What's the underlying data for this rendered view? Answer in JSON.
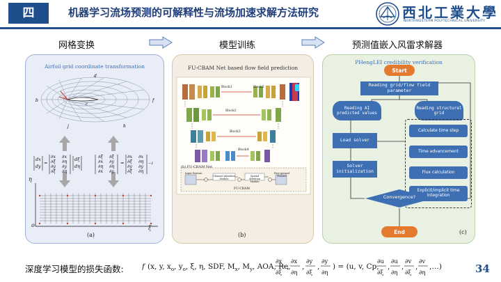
{
  "header": {
    "section_number": "四",
    "title": "机器学习流场预测的可解释性与流场加速求解方法研究",
    "logo_cn": "西北工業大學",
    "logo_en": "NORTHWESTERN POLYTECHNICAL UNIVERSITY"
  },
  "sections": [
    {
      "title": "网格变换"
    },
    {
      "title": "模型训练"
    },
    {
      "title": "预测值嵌入风雷求解器"
    }
  ],
  "panel_a": {
    "caption": "Airfoil grid coordinate transformation",
    "label": "(a)",
    "axis_eta": "η",
    "axis_xi": "ξ",
    "origin": "o"
  },
  "panel_b": {
    "caption": "FU-CBAM Net based flow field prediction",
    "label": "(b)",
    "net_caption": "(b) FU-CBAM Net",
    "block_labels": [
      "Block1",
      "Block2",
      "Block3",
      "Block4",
      "Block5"
    ],
    "cbam_modules": [
      "Input Feature",
      "Channel Attention Module",
      "Spatial Attention Module",
      "Fine-grained Feature"
    ],
    "cbam_label": "FU-CBAM"
  },
  "panel_c": {
    "caption": "PHengLEI credibility verification",
    "label": "(c)",
    "start": "Start",
    "read_param": "Reading grid/flow field parameter",
    "read_ai": "Reading AI predicted values",
    "read_grid": "Reading structural grid",
    "load_solver": "Load solver",
    "solver_init": "Solver initialization",
    "convergence": "Convergence?",
    "end": "End",
    "steps": [
      "Calculate time step",
      "Time advancement",
      "Flux calculation",
      "Explicit/implicit time integration"
    ]
  },
  "footer": {
    "loss_label": "深度学习模型的损失函数:",
    "page_number": "34"
  },
  "colors": {
    "brand": "#1f4e8c",
    "flow_blue": "#3f6fb3",
    "flow_orange": "#e47a2e"
  }
}
